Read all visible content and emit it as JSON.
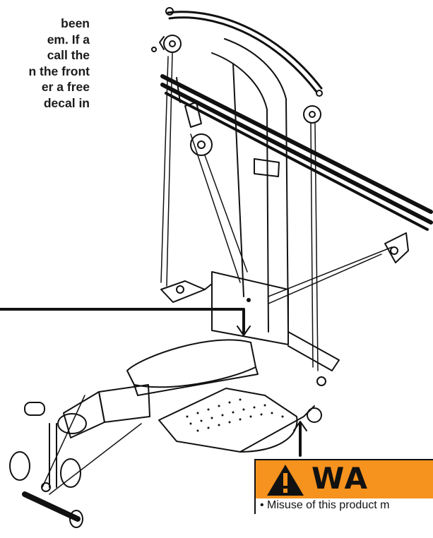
{
  "paragraph_lines": [
    "been",
    "em. If a",
    "call the",
    "n the front",
    "er a free",
    "decal in"
  ],
  "warning": {
    "heading": "WA",
    "text": "• Misuse of this product m",
    "banner_color": "#f6921e"
  },
  "icons": [
    "warning-triangle-icon"
  ]
}
